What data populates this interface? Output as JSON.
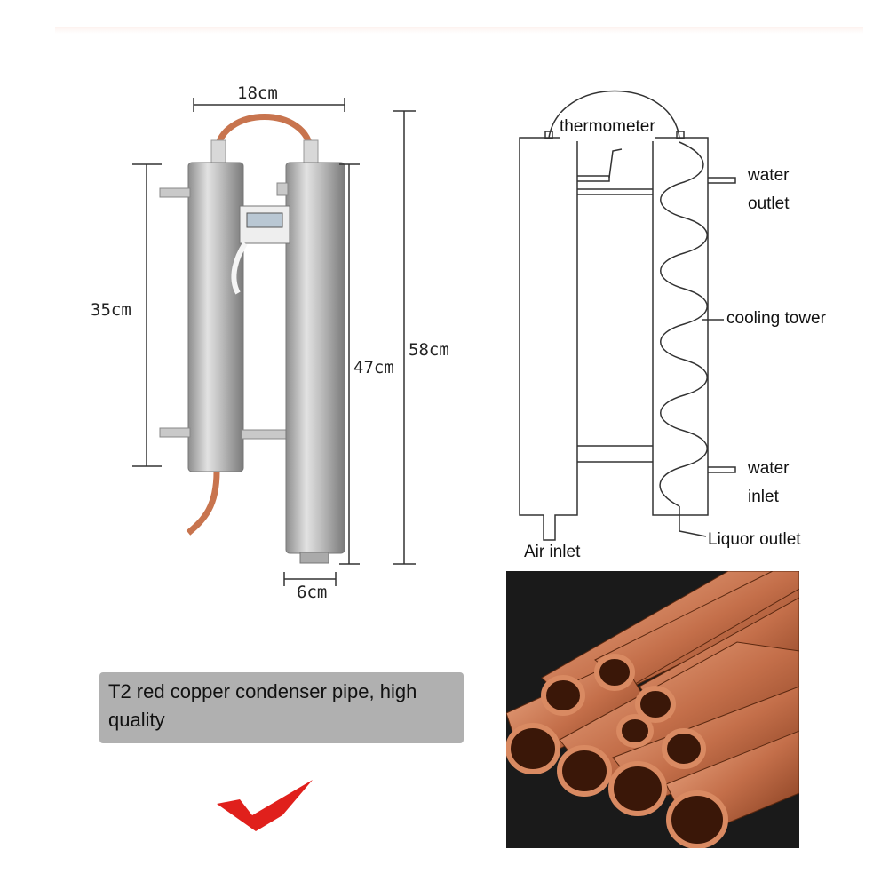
{
  "dimensions": {
    "top_width": "18cm",
    "left_tube_height": "35cm",
    "right_tube_height": "47cm",
    "total_height": "58cm",
    "base_width": "6cm"
  },
  "schematic": {
    "thermometer": "thermometer",
    "water_outlet": "water\noutlet",
    "cooling_tower": "cooling tower",
    "water_inlet": "water\ninlet",
    "air_inlet": "Air inlet",
    "liquor_outlet": "Liquor outlet"
  },
  "caption": "T2 red copper condenser pipe, high quality",
  "colors": {
    "caption_bg": "#b0b0b0",
    "checkmark": "#e0201c",
    "copper": "#c8744e",
    "steel": "#b8b8b8"
  }
}
